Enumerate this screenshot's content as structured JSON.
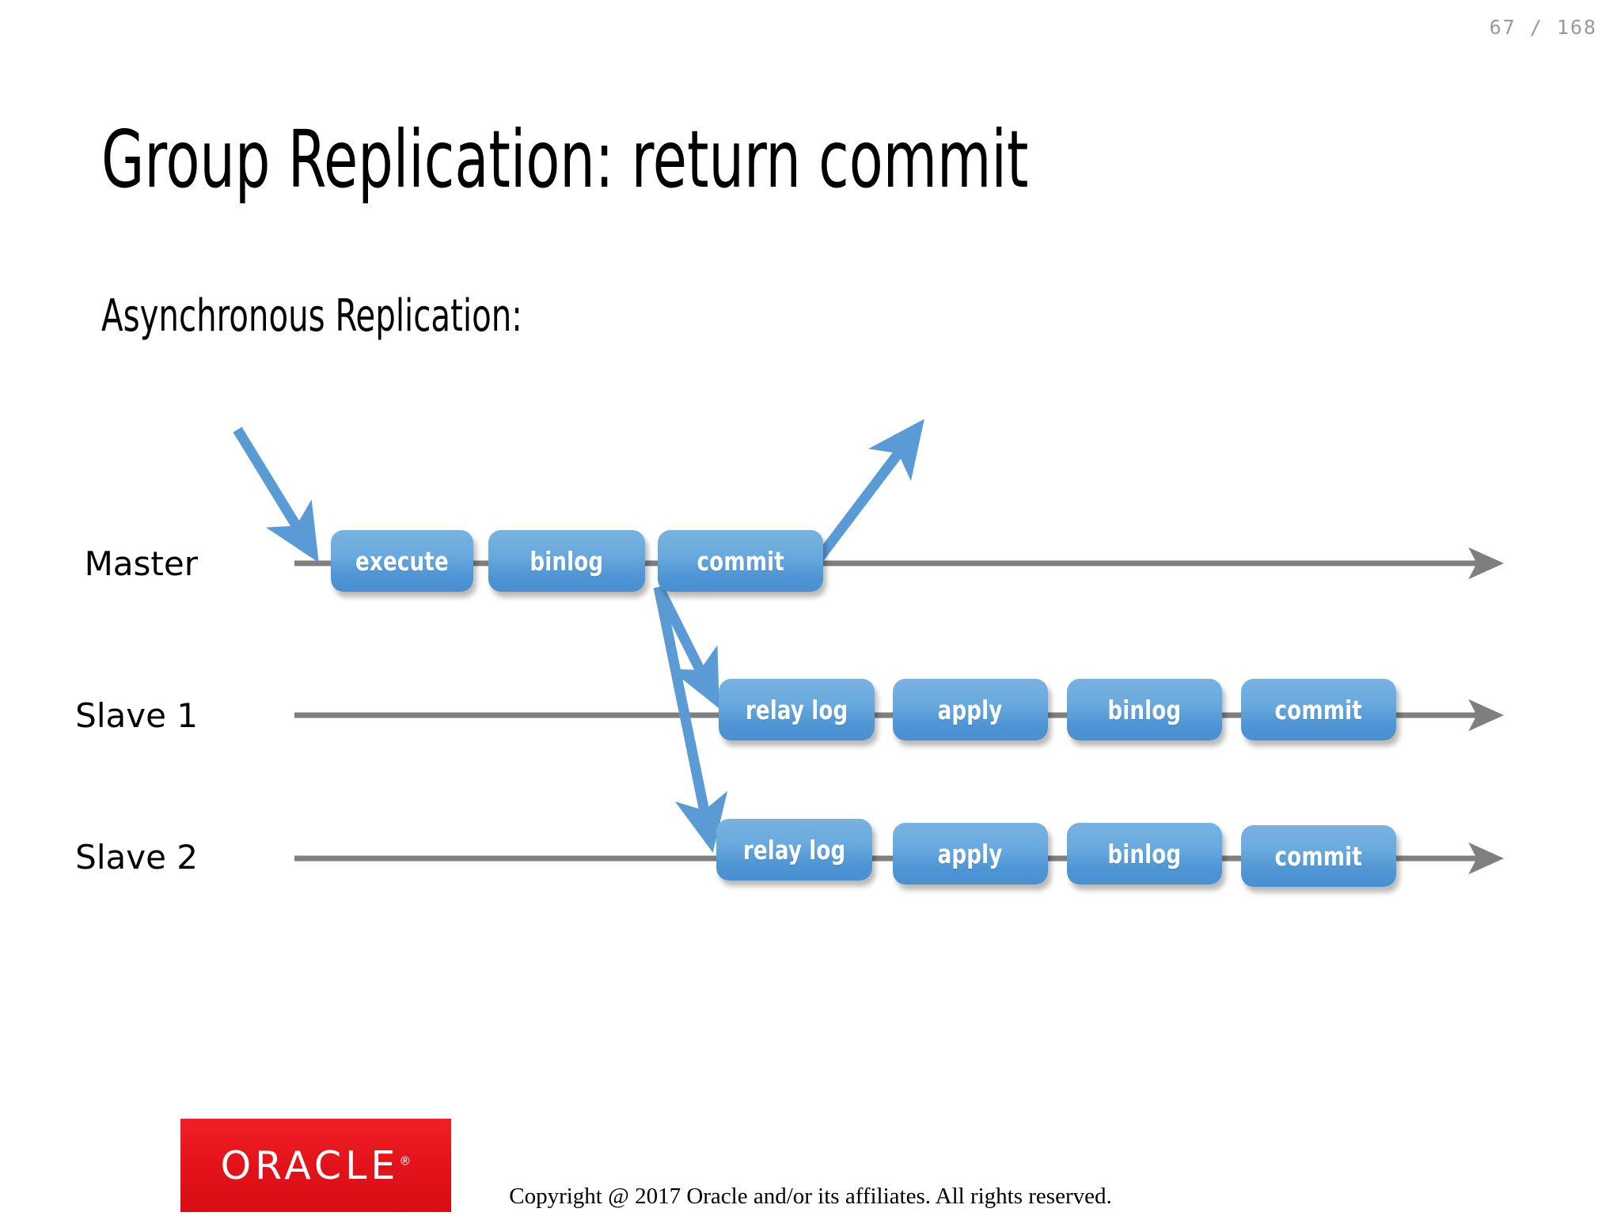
{
  "page": {
    "indicator": "67 / 168",
    "background_color": "#ffffff"
  },
  "slide": {
    "title": "Group Replication: return commit",
    "subtitle": "Asynchronous Replication:"
  },
  "colors": {
    "box_fill_top": "#79b2e0",
    "box_fill_bottom": "#4a90d0",
    "box_text": "#ffffff",
    "arrow_blue": "#5b9bd5",
    "timeline_gray": "#7f7f7f",
    "oracle_red": "#e3121a",
    "page_indicator_gray": "#9a9a9a"
  },
  "diagram": {
    "rows": [
      {
        "label": "Master",
        "boxes": [
          {
            "label": "execute"
          },
          {
            "label": "binlog"
          },
          {
            "label": "commit"
          }
        ]
      },
      {
        "label": "Slave 1",
        "boxes": [
          {
            "label": "relay log"
          },
          {
            "label": "apply"
          },
          {
            "label": "binlog"
          },
          {
            "label": "commit"
          }
        ]
      },
      {
        "label": "Slave 2",
        "boxes": [
          {
            "label": "relay log"
          },
          {
            "label": "apply"
          },
          {
            "label": "binlog"
          },
          {
            "label": "commit"
          }
        ]
      }
    ]
  },
  "footer": {
    "logo_text": "ORACLE",
    "logo_trademark": "®",
    "copyright": "Copyright @ 2017 Oracle and/or its affiliates. All rights reserved."
  }
}
